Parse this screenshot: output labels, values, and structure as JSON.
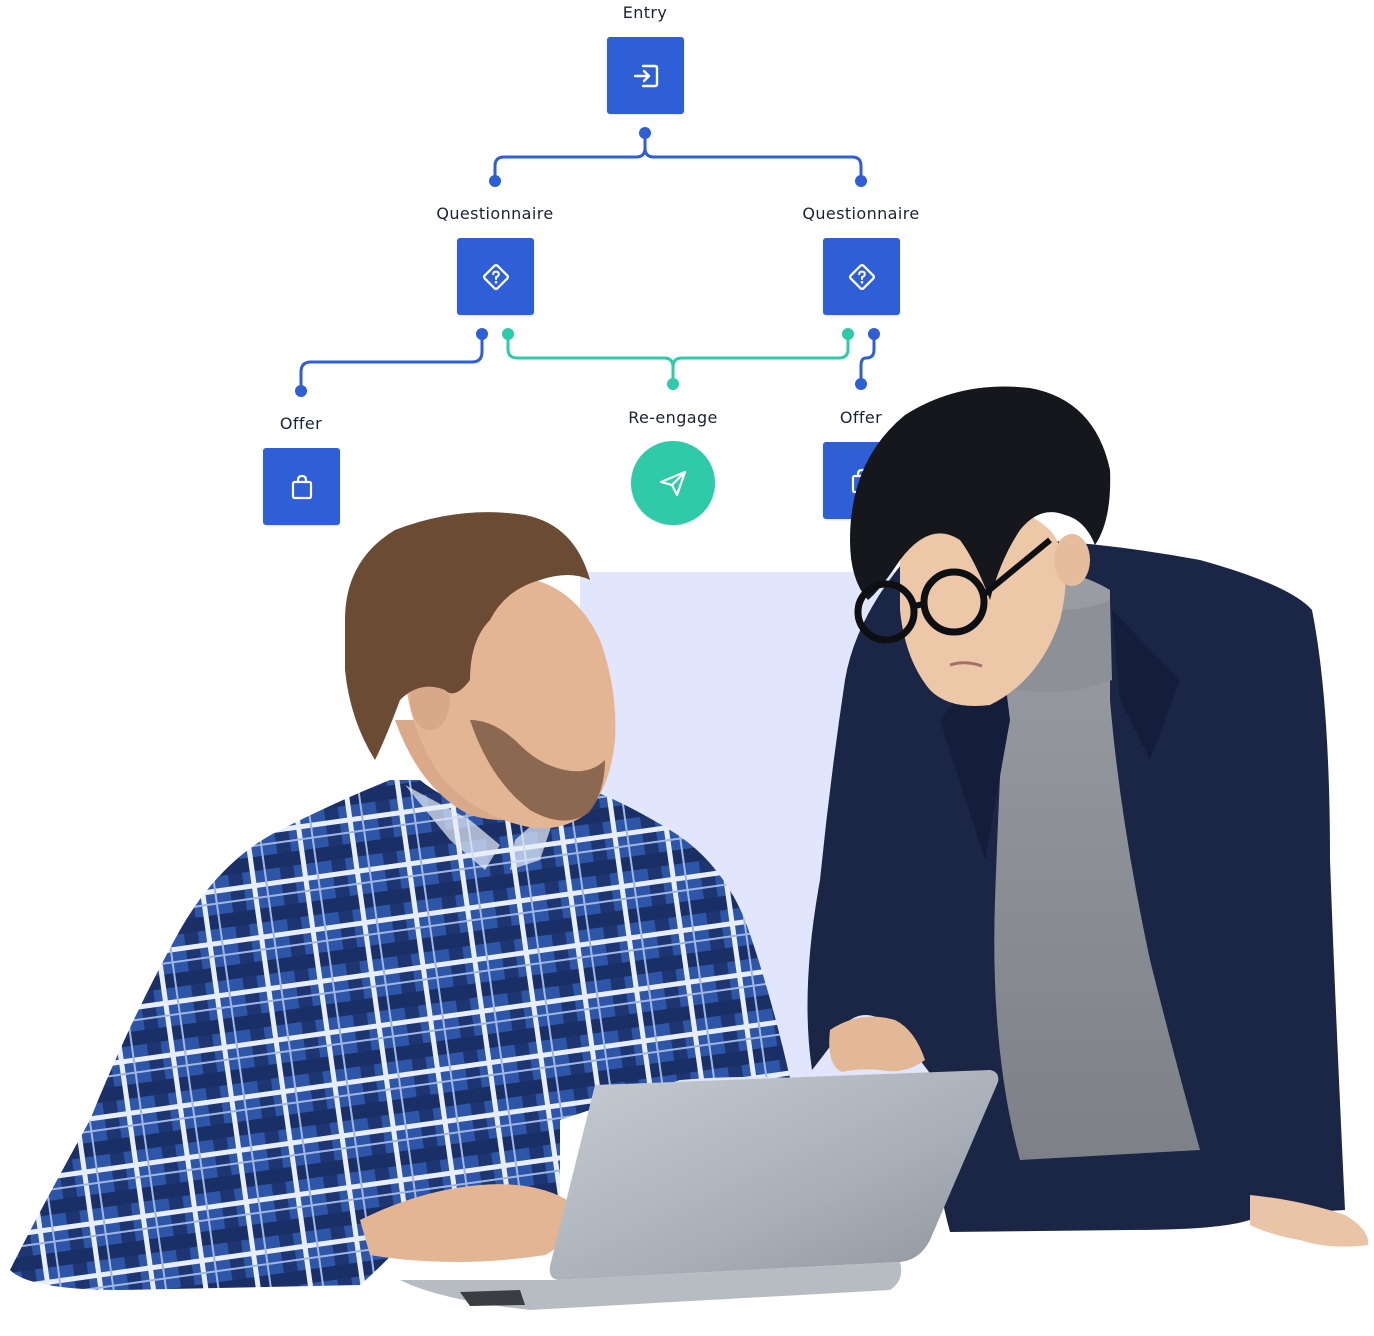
{
  "flow": {
    "nodes": {
      "entry": {
        "label": "Entry",
        "icon": "entry-icon"
      },
      "questionnaire_left": {
        "label": "Questionnaire",
        "icon": "question-diamond-icon"
      },
      "questionnaire_right": {
        "label": "Questionnaire",
        "icon": "question-diamond-icon"
      },
      "offer_left": {
        "label": "Offer",
        "icon": "shopping-bag-icon"
      },
      "reengage": {
        "label": "Re-engage",
        "icon": "paper-plane-icon"
      },
      "offer_right": {
        "label": "Offer",
        "icon": "shopping-bag-icon"
      }
    },
    "colors": {
      "blue": "#2f5fd6",
      "teal": "#2fcaa7",
      "backdrop": "#e1e6fd",
      "label": "#1b2236"
    }
  }
}
